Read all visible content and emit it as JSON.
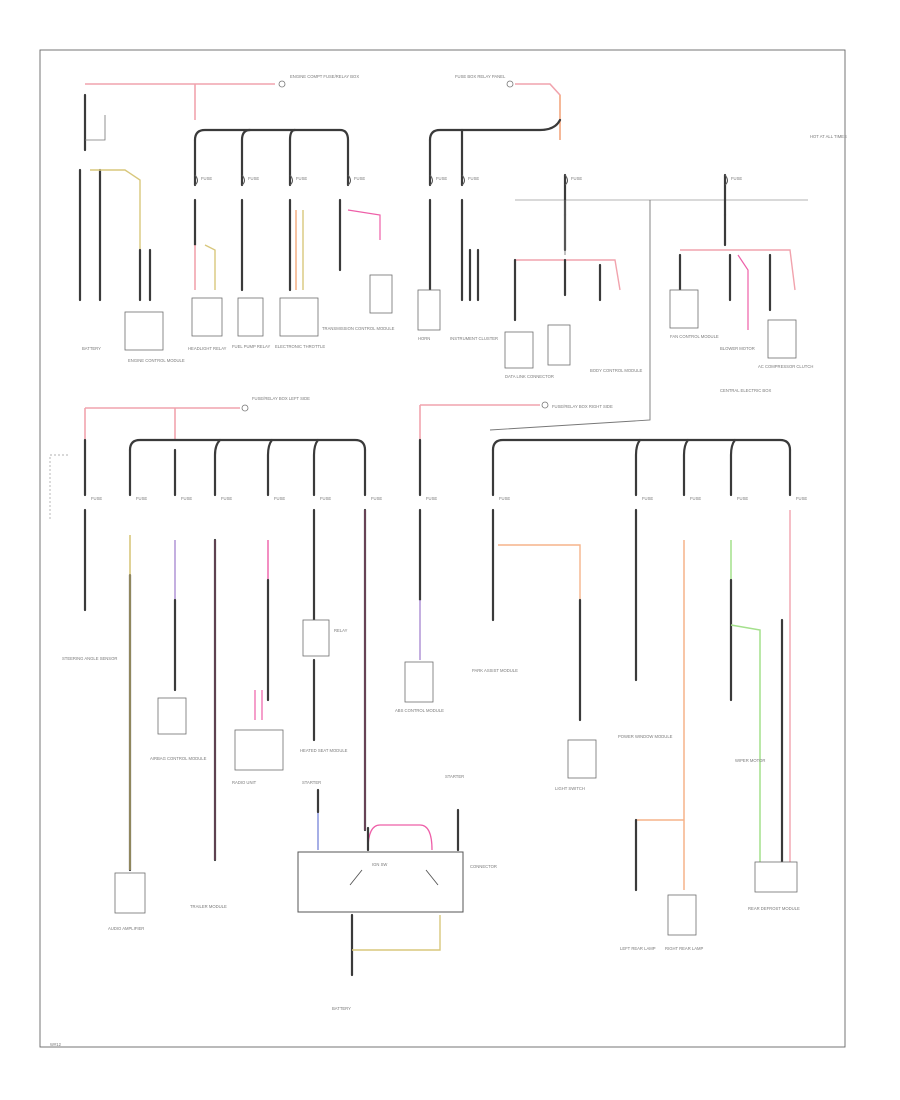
{
  "colors": {
    "frame": "#666666",
    "black_wire": "#3a3a3a",
    "red_wire": "#f1a3ad",
    "yellow_wire": "#d8c77c",
    "orange_wire": "#f5b48a",
    "pink_wire": "#ee5fa8",
    "violet_wire": "#b59bd9",
    "green_wire": "#a4e08c",
    "blue_wire": "#8f9be0",
    "bus": "#555555",
    "label_gray": "#7a7a7a"
  },
  "fuse_label": "FUSE",
  "labels": {
    "corner_tr": "HOT AT ALL TIMES",
    "bottom_left": "W#12",
    "top_junction_a": "ENGINE COMPT FUSE/RELAY BOX",
    "top_junction_b": "FUSE BOX RELAY PANEL",
    "mid_junction_a": "FUSE/RELAY BOX LEFT SIDE",
    "mid_junction_b": "FUSE/RELAY BOX RIGHT SIDE",
    "relay_label": "RELAY",
    "ignition_label": "IGN SW",
    "battery_label": "BATTERY",
    "starter_label": "STARTER",
    "connector_label": "CONNECTOR"
  },
  "components_top": [
    "BATTERY",
    "ENGINE CONTROL MODULE",
    "HEADLIGHT RELAY",
    "FUEL PUMP RELAY",
    "ELECTRONIC THROTTLE",
    "TRANSMISSION CONTROL MODULE",
    "HORN",
    "INSTRUMENT CLUSTER",
    "DATA LINK CONNECTOR",
    "BODY CONTROL MODULE",
    "FAN CONTROL MODULE",
    "BLOWER MOTOR",
    "AC COMPRESSOR CLUTCH",
    "CENTRAL ELECTRIC BOX"
  ],
  "components_bottom": [
    "STEERING ANGLE SENSOR",
    "AIRBAG CONTROL MODULE",
    "RADIO UNIT",
    "HEATED SEAT MODULE",
    "ABS CONTROL MODULE",
    "PARK ASSIST MODULE",
    "LIGHT SWITCH",
    "POWER WINDOW MODULE",
    "WIPER MOTOR",
    "AUDIO AMPLIFIER",
    "TRAILER MODULE",
    "LEFT REAR LAMP",
    "RIGHT REAR LAMP",
    "REAR DEFROST MODULE"
  ]
}
